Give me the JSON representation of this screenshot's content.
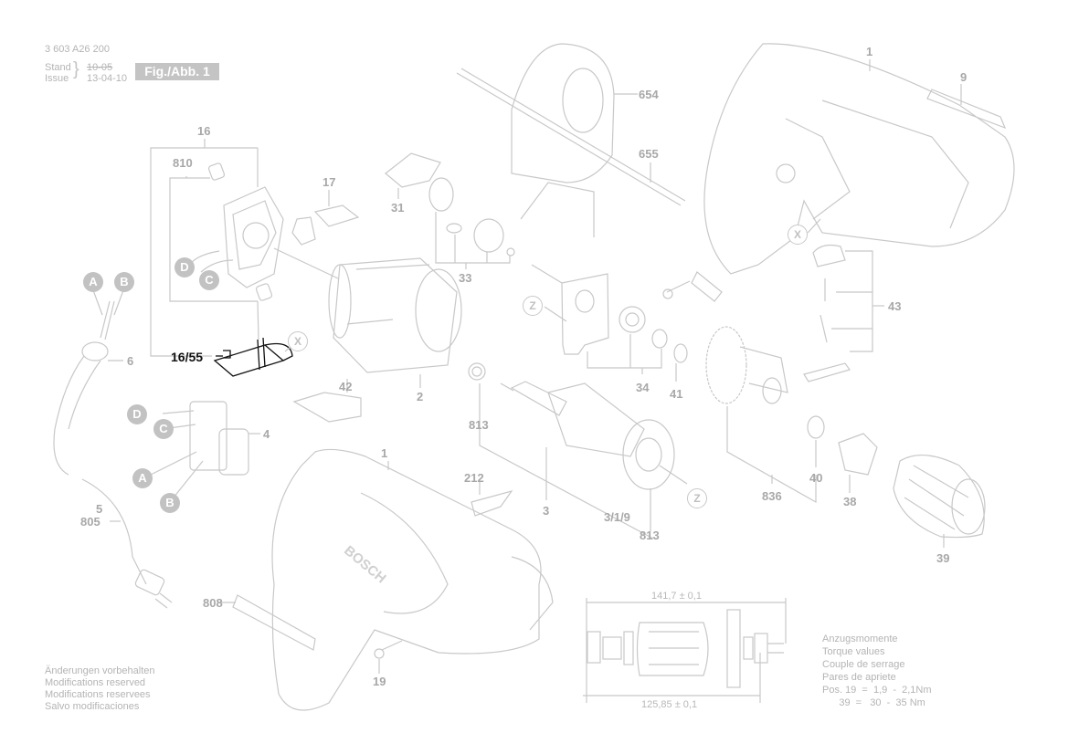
{
  "header": {
    "doc_number": "3 603 A26 200",
    "stand_label": "Stand",
    "issue_label": "Issue",
    "stand_date_struck": "10-05",
    "issue_date": "13-04-10",
    "figure_badge": "Fig./Abb. 1"
  },
  "footer_left": {
    "lines": [
      "Änderungen vorbehalten",
      "Modifications reserved",
      "Modifications reservees",
      "Salvo modificaciones"
    ]
  },
  "torque": {
    "lines": [
      "Anzugsmomente",
      "Torque values",
      "Couple de serrage",
      "Pares de apriete",
      "Pos. 19  =  1,9  -  2,1Nm",
      "      39  =   30  -  35 Nm"
    ]
  },
  "dimensions": {
    "top": "141,7 ± 0,1",
    "bottom": "125,85 ± 0,1"
  },
  "part_labels": {
    "p16": "16",
    "p810": "810",
    "p17": "17",
    "p31": "31",
    "p33": "33",
    "p654": "654",
    "p655": "655",
    "p1_top": "1",
    "p9": "9",
    "p43": "43",
    "p6": "6",
    "p16_55": "16/55",
    "p2": "2",
    "p42": "42",
    "p4": "4",
    "p813_left": "813",
    "p34": "34",
    "p41": "41",
    "p3": "3",
    "p3_1_9": "3/1/9",
    "p813_right": "813",
    "p836": "836",
    "p40": "40",
    "p38": "38",
    "p39": "39",
    "p1_bottom": "1",
    "p212": "212",
    "p5": "5",
    "p805": "805",
    "p808": "808",
    "p19": "19"
  },
  "callouts": {
    "A": "A",
    "B": "B",
    "C": "C",
    "D": "D",
    "X": "X",
    "Z": "Z"
  },
  "brand_text": "BOSCH",
  "highlighted_part": "16/55"
}
